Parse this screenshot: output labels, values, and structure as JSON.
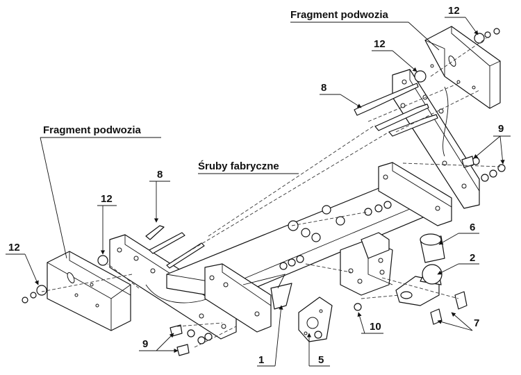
{
  "labels": {
    "chassis_top": "Fragment podwozia",
    "chassis_left": "Fragment podwozia",
    "factory_bolts": "Śruby fabryczne"
  },
  "callouts": {
    "c1": "1",
    "c2": "2",
    "c5": "5",
    "c6": "6",
    "c7": "7",
    "c8_top": "8",
    "c8_left": "8",
    "c9_right": "9",
    "c9_bottom": "9",
    "c10": "10",
    "c12_top1": "12",
    "c12_top2": "12",
    "c12_left1": "12",
    "c12_left2": "12"
  }
}
